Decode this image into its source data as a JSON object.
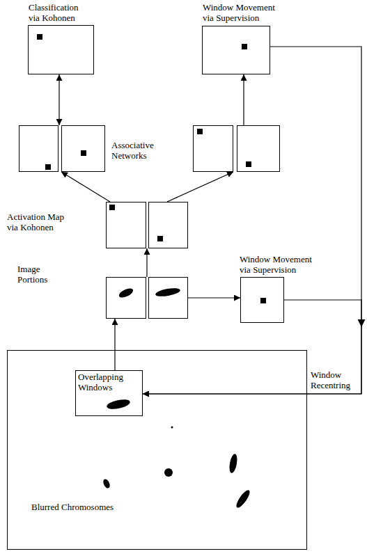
{
  "diagram": {
    "nodes": [
      {
        "text": [
          "Classification via Kohonen"
        ]
      },
      {
        "text": [
          "Window Movement via Supervision"
        ]
      },
      {},
      {},
      {
        "text": [
          "Activation Map via Kohonen"
        ]
      },
      {
        "text": [
          "Image Portions"
        ]
      },
      {
        "text": [
          "Window Movement via Supervision"
        ]
      },
      {
        "text": [
          "Blurred Chromosomes"
        ]
      },
      {
        "text": [
          "Overlapping Windows"
        ],
        "in": 7
      }
    ],
    "edges": [
      {
        "from": 0,
        "to": 2,
        "arrow": "both"
      },
      {
        "from": 3,
        "to": 1,
        "arrow": "to"
      },
      {
        "from": 4,
        "to": 2,
        "arrow": "to"
      },
      {
        "from": 4,
        "to": 3,
        "arrow": "to"
      },
      {
        "from": 5,
        "to": 4,
        "arrow": "to"
      },
      {
        "from": 5,
        "to": 6,
        "arrow": "to"
      },
      {
        "from": 8,
        "to": 5,
        "arrow": "to"
      },
      {
        "from": 1,
        "to": 8,
        "arrow": "to",
        "label": "Window Recentring"
      },
      {
        "from": 6,
        "to": 8,
        "arrow": "to"
      }
    ],
    "labels": [
      "Associative Networks"
    ]
  }
}
